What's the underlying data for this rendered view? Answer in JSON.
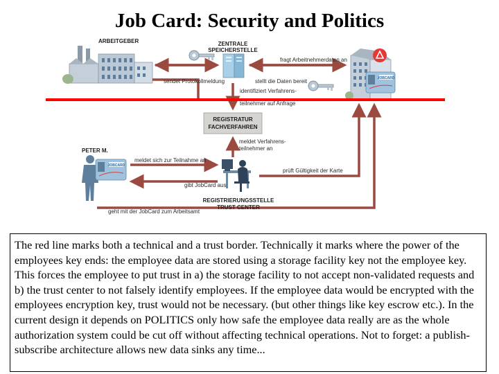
{
  "title": "Job Card: Security and Politics",
  "labels": {
    "arbeitgeber": "ARBEITGEBER",
    "zentrale_1": "ZENTRALE",
    "zentrale_2": "SPEICHERSTELLE",
    "fragt": "fragt Arbeitnehmerdaten an",
    "sendet": "sendet Protokollmeldung",
    "stellt": "stellt die Daten bereit",
    "identifiziert_1": "identifiziert Verfahrens-",
    "identifiziert_2": "teilnehmer auf Anfrage",
    "registratur_1": "REGISTRATUR",
    "registratur_2": "FACHVERFAHREN",
    "meldet_vt_1": "meldet Verfahrens-",
    "meldet_vt_2": "teilnehmer an",
    "peter": "PETER M.",
    "meldet_sich": "meldet sich zur Teilnahme an",
    "gibt": "gibt JobCard aus",
    "prueft": "prüft Gültigkeit der Karte",
    "registrierung_1": "REGISTRIERUNGSSTELLE",
    "registrierung_2": "TRUST CENTER",
    "geht": "geht mit der JobCard zum Arbeitsamt",
    "card_label": "JOBCARD"
  },
  "description": "The red line marks both a technical and a trust border. Technically it marks where the power of the employees key ends: the employee data are stored using a storage facility key not the employee key. This forces the employee to put trust in a) the storage facility to not accept non-validated requests and b) the trust center to not falsely identify employees. If the employee data would be encrypted with the employees encryption key, trust would not be necessary. (but other things like key escrow etc.). In the current design it depends on POLITICS only how safe the employee data really are as the whole authorization system could be cut off without affecting technical operations. Not to forget: a publish-subscribe architecture allows new data sinks any time...",
  "colors": {
    "arrow": "#9b4a40",
    "border_line": "#ff0000",
    "building": "#b9c9d6",
    "person": "#5e7f9c",
    "card": "#9fc3df"
  },
  "icons": [
    "factory-icon",
    "key-icon",
    "server-icon",
    "office-building-icon",
    "person-icon",
    "card-icon",
    "clerk-at-desk-icon"
  ]
}
